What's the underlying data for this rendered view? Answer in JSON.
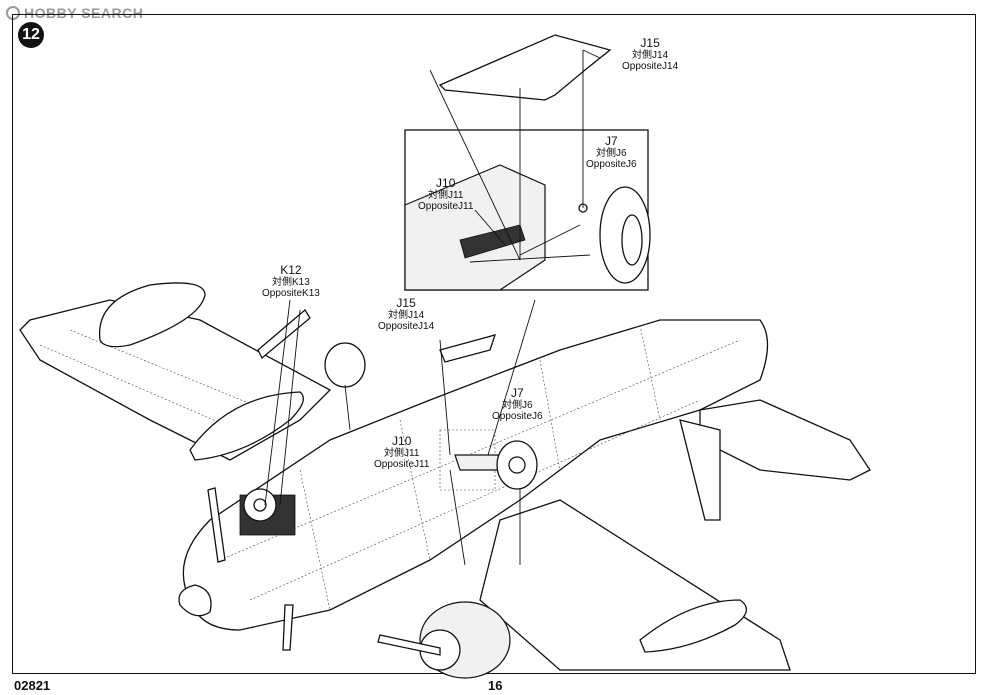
{
  "watermark": {
    "text": "HOBBY SEARCH"
  },
  "step": {
    "number": "12"
  },
  "callouts": {
    "top_j15": {
      "part": "J15",
      "line1": "対側J14",
      "line2": "OppositeJ14"
    },
    "inset_j7": {
      "part": "J7",
      "line1": "対側J6",
      "line2": "OppositeJ6"
    },
    "inset_j10": {
      "part": "J10",
      "line1": "対側J11",
      "line2": "OppositeJ11"
    },
    "k12": {
      "part": "K12",
      "line1": "対側K13",
      "line2": "OppositeK13"
    },
    "mid_j15": {
      "part": "J15",
      "line1": "対側J14",
      "line2": "OppositeJ14"
    },
    "mid_j7": {
      "part": "J7",
      "line1": "対側J6",
      "line2": "OppositeJ6"
    },
    "mid_j10": {
      "part": "J10",
      "line1": "対側J11",
      "line2": "OppositeJ11"
    }
  },
  "footer": {
    "code": "02821",
    "page": "16"
  }
}
